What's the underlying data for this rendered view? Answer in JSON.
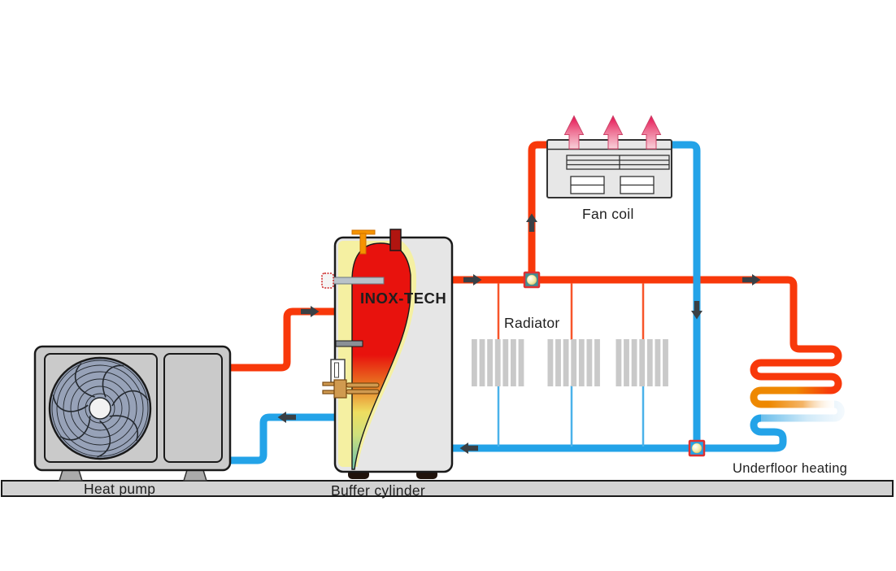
{
  "components": {
    "heat_pump": {
      "label": "Heat pump"
    },
    "buffer_cylinder": {
      "label": "Buffer cylinder",
      "brand": "INOX-TECH"
    },
    "fan_coil": {
      "label": "Fan coil"
    },
    "radiators": {
      "label": "Radiator",
      "count": 3
    },
    "underfloor_heating": {
      "label": "Underfloor heating"
    }
  },
  "colors": {
    "hot_pipe": "#f8380a",
    "cold_pipe": "#23a3e8",
    "serpentine_orange": "#ee8800",
    "flow_arrow": "#3a4045",
    "valve_body_teal": "#3f8e96",
    "valve_ball": "#f5eeb0",
    "fan_coil_arrow": "#e60e50",
    "tank_hot": "#e8120d",
    "tank_cold": "#7cc8a4",
    "insulation_yellow": "#f5f0a2",
    "cabinet_gray": "#cacaca",
    "shell_gray": "#e6e6e6",
    "floor_gray": "#d2d2d2"
  }
}
